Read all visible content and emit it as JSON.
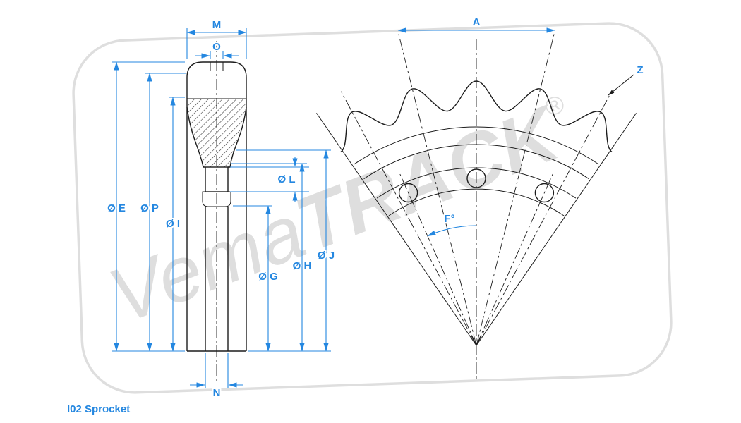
{
  "title": "I02 Sprocket",
  "watermark": {
    "vema": "Vema",
    "track": "TRACK",
    "registered": "®"
  },
  "colors": {
    "dimension_blue": "#2487e0",
    "drawing_black": "#1c1c1c",
    "watermark_gray": "#dedede"
  },
  "left_view": {
    "dimension_labels": {
      "m": "M",
      "o": "O",
      "e": "Ø E",
      "p": "Ø P",
      "i": "Ø I",
      "l": "Ø L",
      "g": "Ø G",
      "h": "Ø H",
      "j": "Ø J",
      "n": "N"
    }
  },
  "right_view": {
    "dimension_labels": {
      "a": "A",
      "z": "Z",
      "f": "F°"
    }
  }
}
